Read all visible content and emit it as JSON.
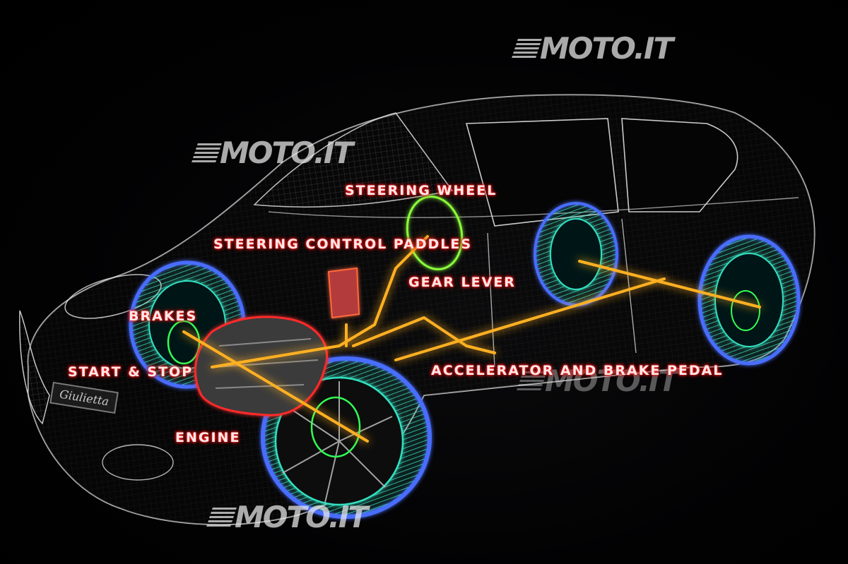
{
  "watermark_text": "MOTO.IT",
  "labels": {
    "steering_wheel": "STEERING WHEEL",
    "steering_control_paddles": "STEERING CONTROL PADDLES",
    "gear_lever": "GEAR LEVER",
    "brakes": "BRAKES",
    "start_stop": "START & STOP",
    "accelerator_brake_pedal": "ACCELERATOR AND BRAKE PEDAL",
    "engine": "ENGINE"
  },
  "badge_text": "Giulietta",
  "colors": {
    "label_glow": "#ff2020",
    "label_text": "#ffe8e8",
    "wheel_outer": "#4a6dff",
    "wheel_inner": "#33e0c0",
    "hub_circle": "#33ff55",
    "signal_line": "#ffb020",
    "engine_outline": "#ff2a2a",
    "wireframe": "#cfcfcf"
  }
}
